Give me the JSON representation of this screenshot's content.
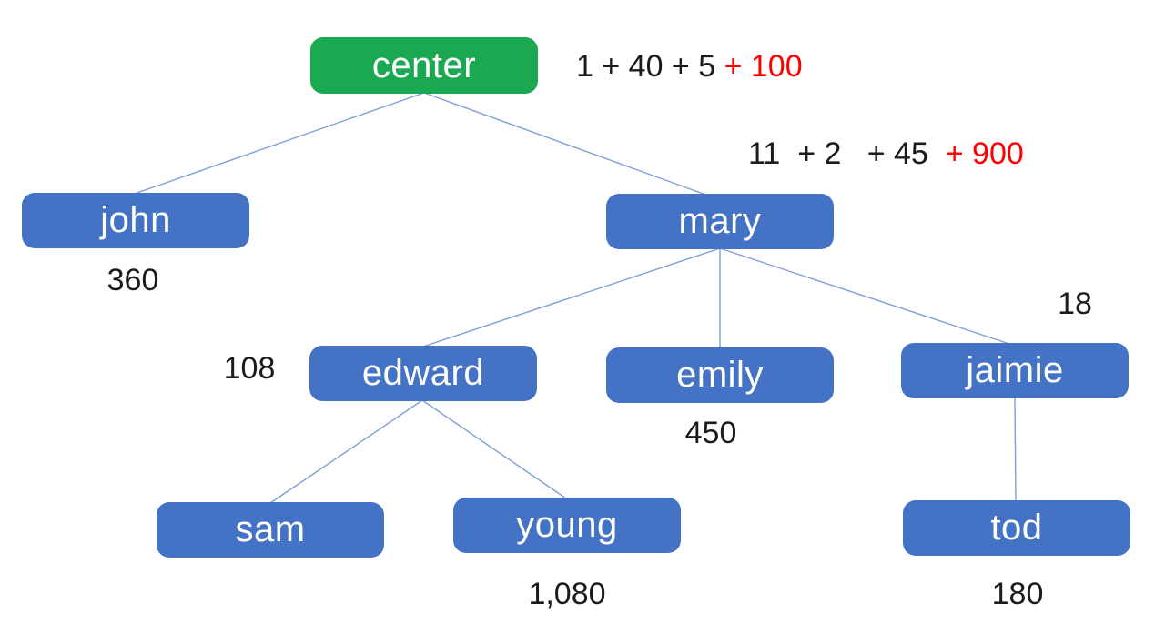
{
  "diagram_title": "tree of nodes with values",
  "colors": {
    "node_blue": "#4472c4",
    "node_green": "#1aa850",
    "connector_line": "#7f9ed9",
    "value_text": "#1b1b1b",
    "highlight_red": "#ff0000",
    "node_text": "#ffffff",
    "background": "#ffffff"
  },
  "tree": {
    "nodes": [
      {
        "id": "center",
        "label": "center",
        "color": "#1aa850"
      },
      {
        "id": "john",
        "label": "john",
        "color": "#4472c4"
      },
      {
        "id": "mary",
        "label": "mary",
        "color": "#4472c4"
      },
      {
        "id": "edward",
        "label": "edward",
        "color": "#4472c4"
      },
      {
        "id": "emily",
        "label": "emily",
        "color": "#4472c4"
      },
      {
        "id": "jaimie",
        "label": "jaimie",
        "color": "#4472c4"
      },
      {
        "id": "sam",
        "label": "sam",
        "color": "#4472c4"
      },
      {
        "id": "young",
        "label": "young",
        "color": "#4472c4"
      },
      {
        "id": "tod",
        "label": "tod",
        "color": "#4472c4"
      }
    ],
    "edges": [
      [
        "center",
        "john"
      ],
      [
        "center",
        "mary"
      ],
      [
        "mary",
        "edward"
      ],
      [
        "mary",
        "emily"
      ],
      [
        "mary",
        "jaimie"
      ],
      [
        "edward",
        "sam"
      ],
      [
        "edward",
        "young"
      ],
      [
        "jaimie",
        "tod"
      ]
    ]
  },
  "annotations": {
    "center_expr": {
      "black": "1 + 40 + 5 ",
      "red": "+ 100"
    },
    "mary_expr": {
      "black": "11  + 2   + 45  ",
      "red": "+ 900"
    },
    "values": [
      {
        "for": "john",
        "text": "360"
      },
      {
        "for": "edward",
        "text": "108"
      },
      {
        "for": "emily",
        "text": "450"
      },
      {
        "for": "jaimie",
        "text": "18"
      },
      {
        "for": "young",
        "text": "1,080"
      },
      {
        "for": "tod",
        "text": "180"
      }
    ]
  }
}
